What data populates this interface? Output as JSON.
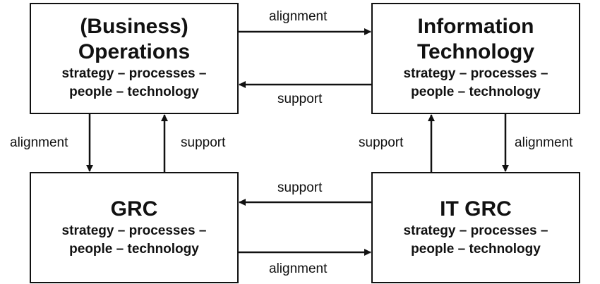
{
  "boxes": {
    "business_ops": {
      "title1": "(Business)",
      "title2": "Operations",
      "sub1": "strategy – processes  –",
      "sub2": "people – technology"
    },
    "information_technology": {
      "title1": "Information",
      "title2": "Technology",
      "sub1": "strategy – processes  –",
      "sub2": "people – technology"
    },
    "grc": {
      "title": "GRC",
      "sub1": "strategy – processes  –",
      "sub2": "people – technology"
    },
    "it_grc": {
      "title": "IT GRC",
      "sub1": "strategy – processes  –",
      "sub2": "people – technology"
    }
  },
  "edges": {
    "ops_to_it": "alignment",
    "it_to_ops": "support",
    "ops_to_grc": "alignment",
    "grc_to_ops": "support",
    "itgrc_to_it": "support",
    "it_to_itgrc": "alignment",
    "itgrc_to_grc": "support",
    "grc_to_itgrc": "alignment"
  }
}
